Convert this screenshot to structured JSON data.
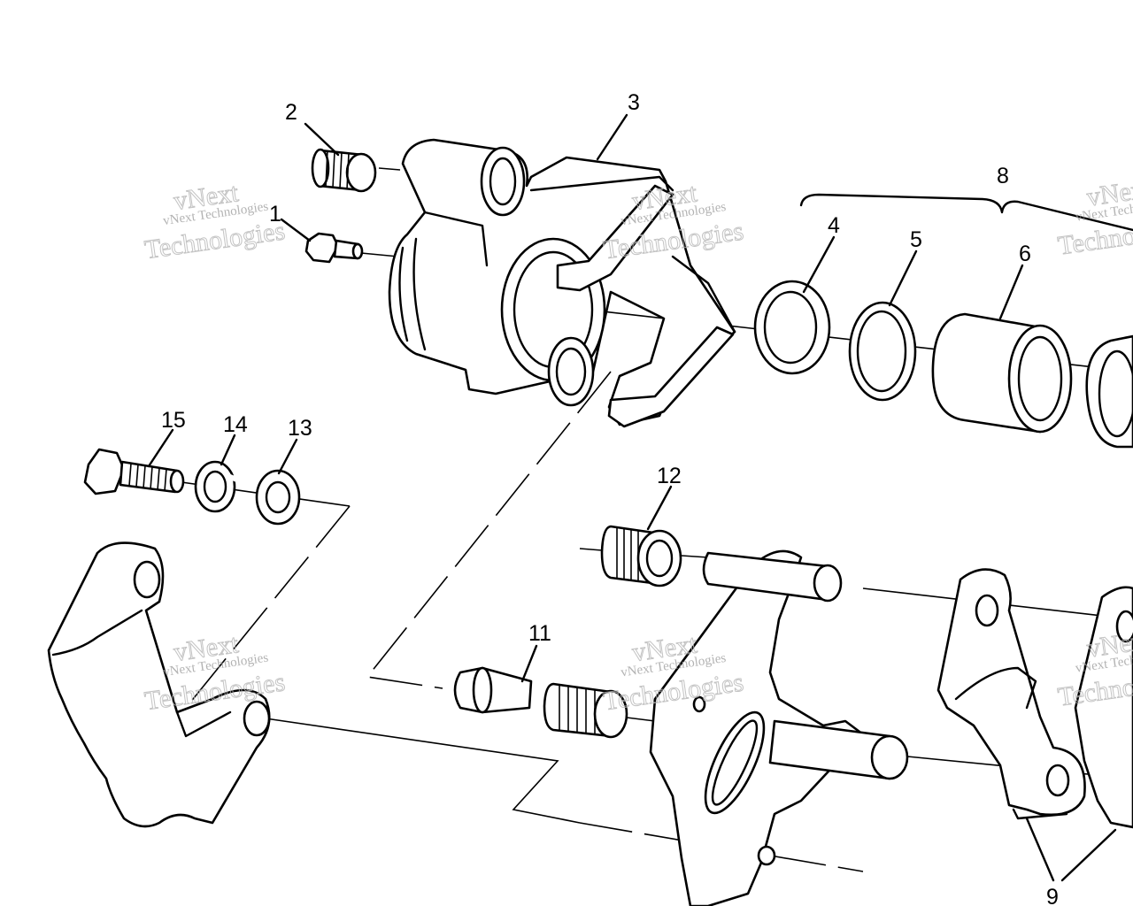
{
  "part_labels": [
    "1",
    "2",
    "3",
    "4",
    "5",
    "6",
    "8",
    "9",
    "11",
    "12",
    "13",
    "14",
    "15"
  ],
  "watermark": {
    "line1": "vNext",
    "line2": "vNext Technologies",
    "line3": "Technologies"
  }
}
